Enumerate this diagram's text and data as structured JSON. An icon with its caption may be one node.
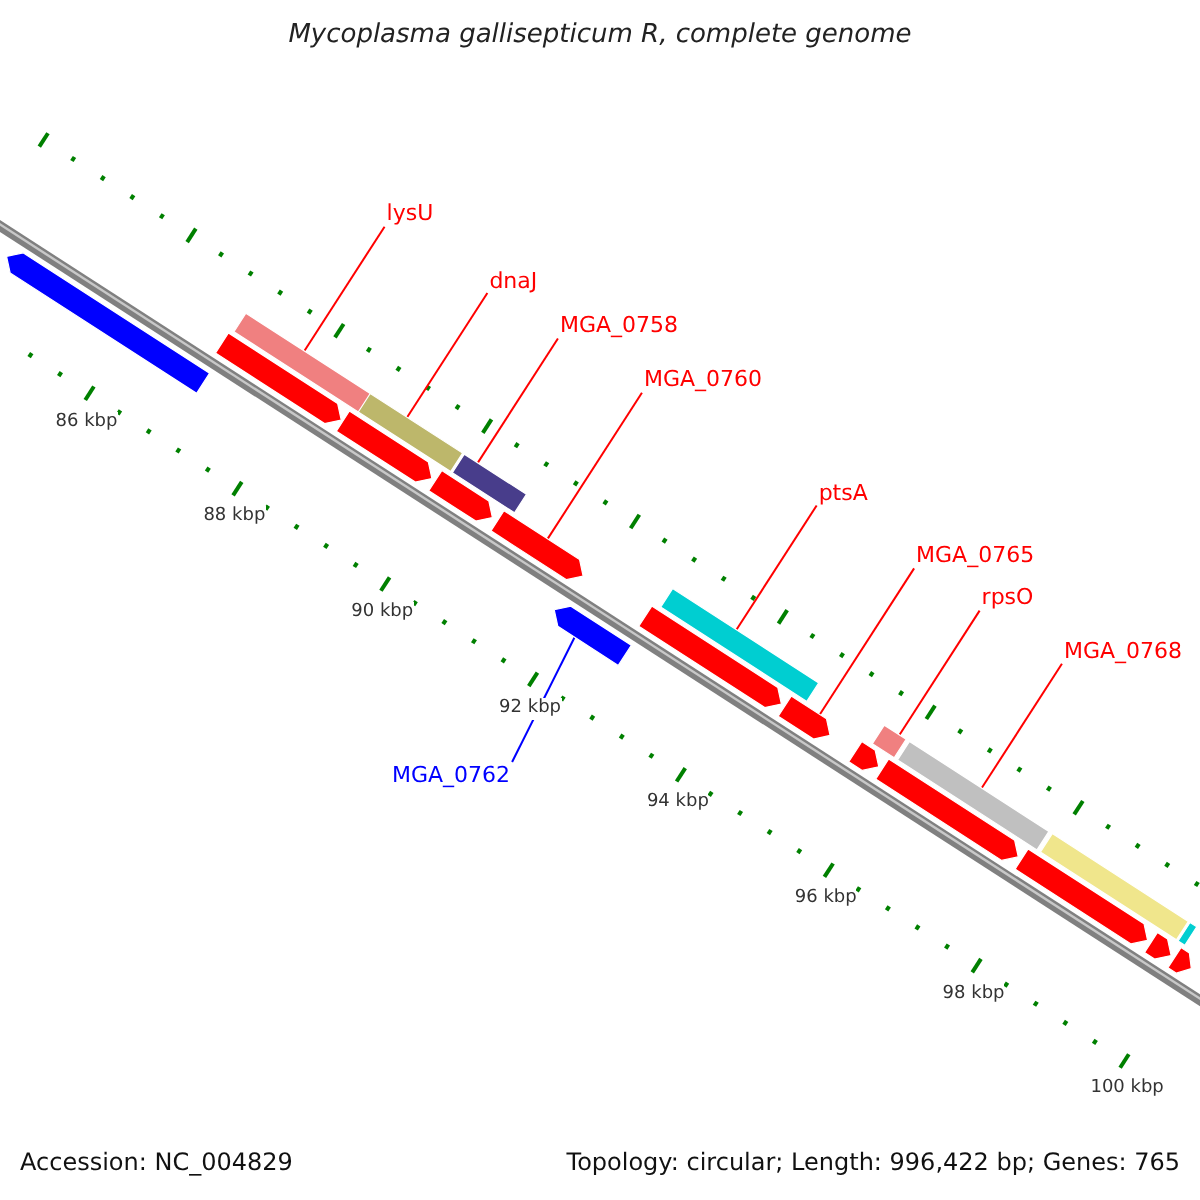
{
  "diagram": {
    "title": "Mycoplasma gallisepticum R, complete genome",
    "nodes": [
      {
        "text": [
          "lysU"
        ]
      },
      {
        "text": [
          "dnaJ"
        ]
      },
      {
        "text": [
          "MGA_0758"
        ]
      },
      {
        "text": [
          "MGA_0760"
        ]
      },
      {
        "text": [
          "ptsA"
        ]
      },
      {
        "text": [
          "MGA_0765"
        ]
      },
      {
        "text": [
          "rpsO"
        ]
      },
      {
        "text": [
          "MGA_0768"
        ]
      },
      {
        "text": [
          "MGA_0762"
        ]
      },
      {
        "text": [],
        "shape": "bar"
      },
      {
        "text": [],
        "shape": "bar"
      },
      {
        "text": [],
        "shape": "bar"
      },
      {
        "text": [],
        "shape": "bar"
      },
      {
        "text": [],
        "shape": "bar"
      },
      {
        "text": [],
        "shape": "bar"
      },
      {
        "text": [],
        "shape": "bar"
      },
      {
        "text": [],
        "shape": "bar"
      },
      {
        "text": [],
        "shape": "bar"
      },
      {
        "text": [],
        "shape": "bar"
      },
      {
        "text": [],
        "shape": "bar"
      },
      {
        "text": [],
        "shape": "bar"
      },
      {
        "text": [],
        "shape": "bar"
      },
      {
        "text": [],
        "shape": "bar"
      },
      {
        "text": [],
        "shape": "bar"
      },
      {
        "text": [],
        "shape": "bar"
      },
      {
        "text": [],
        "shape": "bar"
      },
      {
        "text": [],
        "shape": "bar"
      },
      {
        "text": [],
        "shape": "bar"
      },
      {
        "text": [],
        "shape": "bar"
      },
      {
        "text": [],
        "shape": "bar"
      }
    ],
    "edges": [
      {
        "from": 0,
        "to": 11,
        "arrow": "none"
      },
      {
        "from": 1,
        "to": 13,
        "arrow": "none"
      },
      {
        "from": 2,
        "to": 15,
        "arrow": "none"
      },
      {
        "from": 3,
        "to": 16,
        "arrow": "none"
      },
      {
        "from": 4,
        "to": 19,
        "arrow": "none"
      },
      {
        "from": 5,
        "to": 20,
        "arrow": "none"
      },
      {
        "from": 6,
        "to": 22,
        "arrow": "none"
      },
      {
        "from": 7,
        "to": 24,
        "arrow": "none"
      },
      {
        "from": 8,
        "to": 17,
        "arrow": "none",
        "color": "#0000ff"
      }
    ],
    "labels": [
      "86 kbp",
      "88 kbp",
      "90 kbp",
      "92 kbp",
      "94 kbp",
      "96 kbp",
      "98 kbp",
      "100 kbp",
      "Accession: NC_004829",
      "Topology: circular; Length: 996,422 bp; Genes: 765"
    ]
  }
}
